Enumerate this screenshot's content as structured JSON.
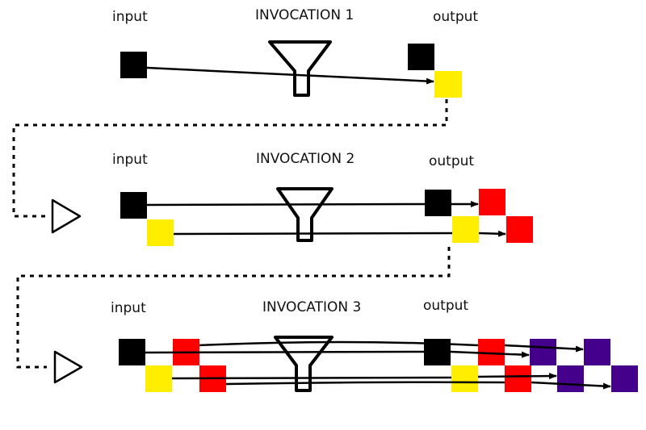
{
  "colors": {
    "black": "#000000",
    "yellow": "#ffee00",
    "red": "#ff0000",
    "purple": "#44008a",
    "stroke": "#000000"
  },
  "icons": {
    "funnel": "funnel-icon",
    "play": "play-triangle-icon",
    "arrow": "arrowhead-icon"
  },
  "invocations": [
    {
      "title": "INVOCATION 1",
      "input_label": "input",
      "output_label": "output"
    },
    {
      "title": "INVOCATION 2",
      "input_label": "input",
      "output_label": "output"
    },
    {
      "title": "INVOCATION 3",
      "input_label": "input",
      "output_label": "output"
    }
  ]
}
